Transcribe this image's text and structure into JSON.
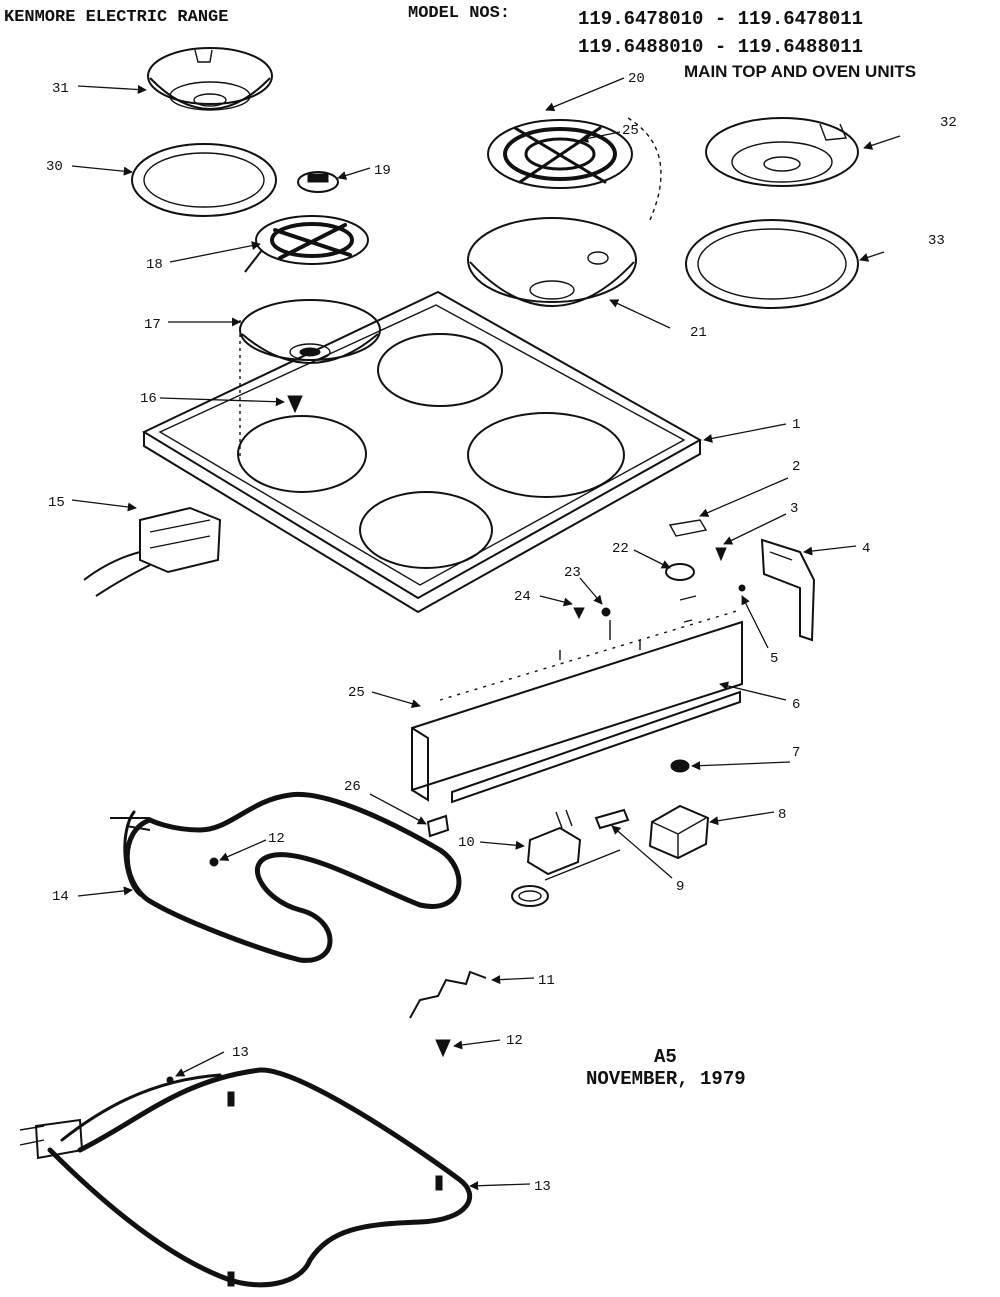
{
  "header": {
    "brand": "KENMORE ELECTRIC RANGE",
    "model_label": "MODEL NOS:",
    "model_line_1": "119.6478010 - 119.6478011",
    "model_line_2": "119.6488010 - 119.6488011",
    "section_title": "MAIN TOP AND OVEN UNITS"
  },
  "footer": {
    "page_code": "A5",
    "date": "NOVEMBER, 1979"
  },
  "callouts": {
    "c31": "31",
    "c30": "30",
    "c19": "19",
    "c18": "18",
    "c17": "17",
    "c16": "16",
    "c15": "15",
    "c20": "20",
    "c25a": "25",
    "c32": "32",
    "c33": "33",
    "c21": "21",
    "c1": "1",
    "c2": "2",
    "c3": "3",
    "c4": "4",
    "c22": "22",
    "c5": "5",
    "c24": "24",
    "c23": "23",
    "c25b": "25",
    "c6": "6",
    "c7": "7",
    "c26": "26",
    "c12a": "12",
    "c10": "10",
    "c8": "8",
    "c9": "9",
    "c14": "14",
    "c11": "11",
    "c12b": "12",
    "c13a": "13",
    "c13b": "13"
  }
}
